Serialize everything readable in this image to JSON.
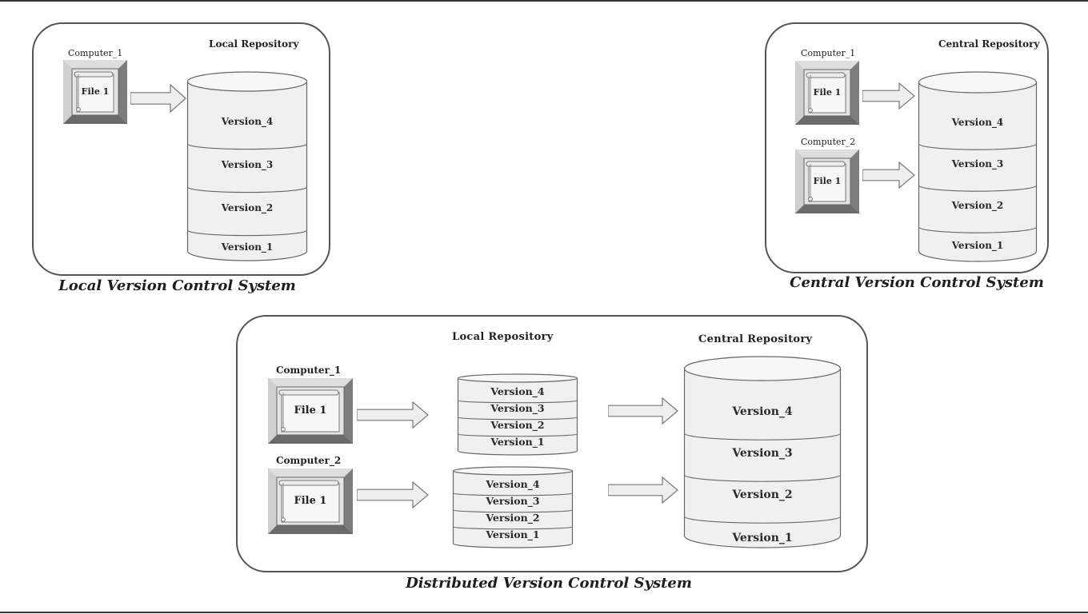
{
  "colors": {
    "panel_border": "#555555",
    "cylinder_fill": "#f0f0f0",
    "cylinder_stroke": "#666666",
    "monitor_frame": "#bdbdbd",
    "arrow_fill": "#eeeeee"
  },
  "local_vcs": {
    "caption": "Local Version Control System",
    "repo_title": "Local Repository",
    "computer": {
      "label": "Computer_1",
      "file": "File 1",
      "icon": "document-icon"
    },
    "versions": [
      "Version_4",
      "Version_3",
      "Version_2",
      "Version_1"
    ]
  },
  "central_vcs": {
    "caption": "Central Version Control System",
    "repo_title": "Central Repository",
    "computers": [
      {
        "label": "Computer_1",
        "file": "File 1",
        "icon": "document-icon"
      },
      {
        "label": "Computer_2",
        "file": "File 1",
        "icon": "document-icon"
      }
    ],
    "versions": [
      "Version_4",
      "Version_3",
      "Version_2",
      "Version_1"
    ]
  },
  "distributed_vcs": {
    "caption": "Distributed Version Control System",
    "local_repo_title": "Local Repository",
    "central_repo_title": "Central Repository",
    "computers": [
      {
        "label": "Computer_1",
        "file": "File 1",
        "icon": "document-icon"
      },
      {
        "label": "Computer_2",
        "file": "File 1",
        "icon": "document-icon"
      }
    ],
    "local_repos": [
      {
        "versions": [
          "Version_4",
          "Version_3",
          "Version_2",
          "Version_1"
        ]
      },
      {
        "versions": [
          "Version_4",
          "Version_3",
          "Version_2",
          "Version_1"
        ]
      }
    ],
    "central_versions": [
      "Version_4",
      "Version_3",
      "Version_2",
      "Version_1"
    ]
  }
}
